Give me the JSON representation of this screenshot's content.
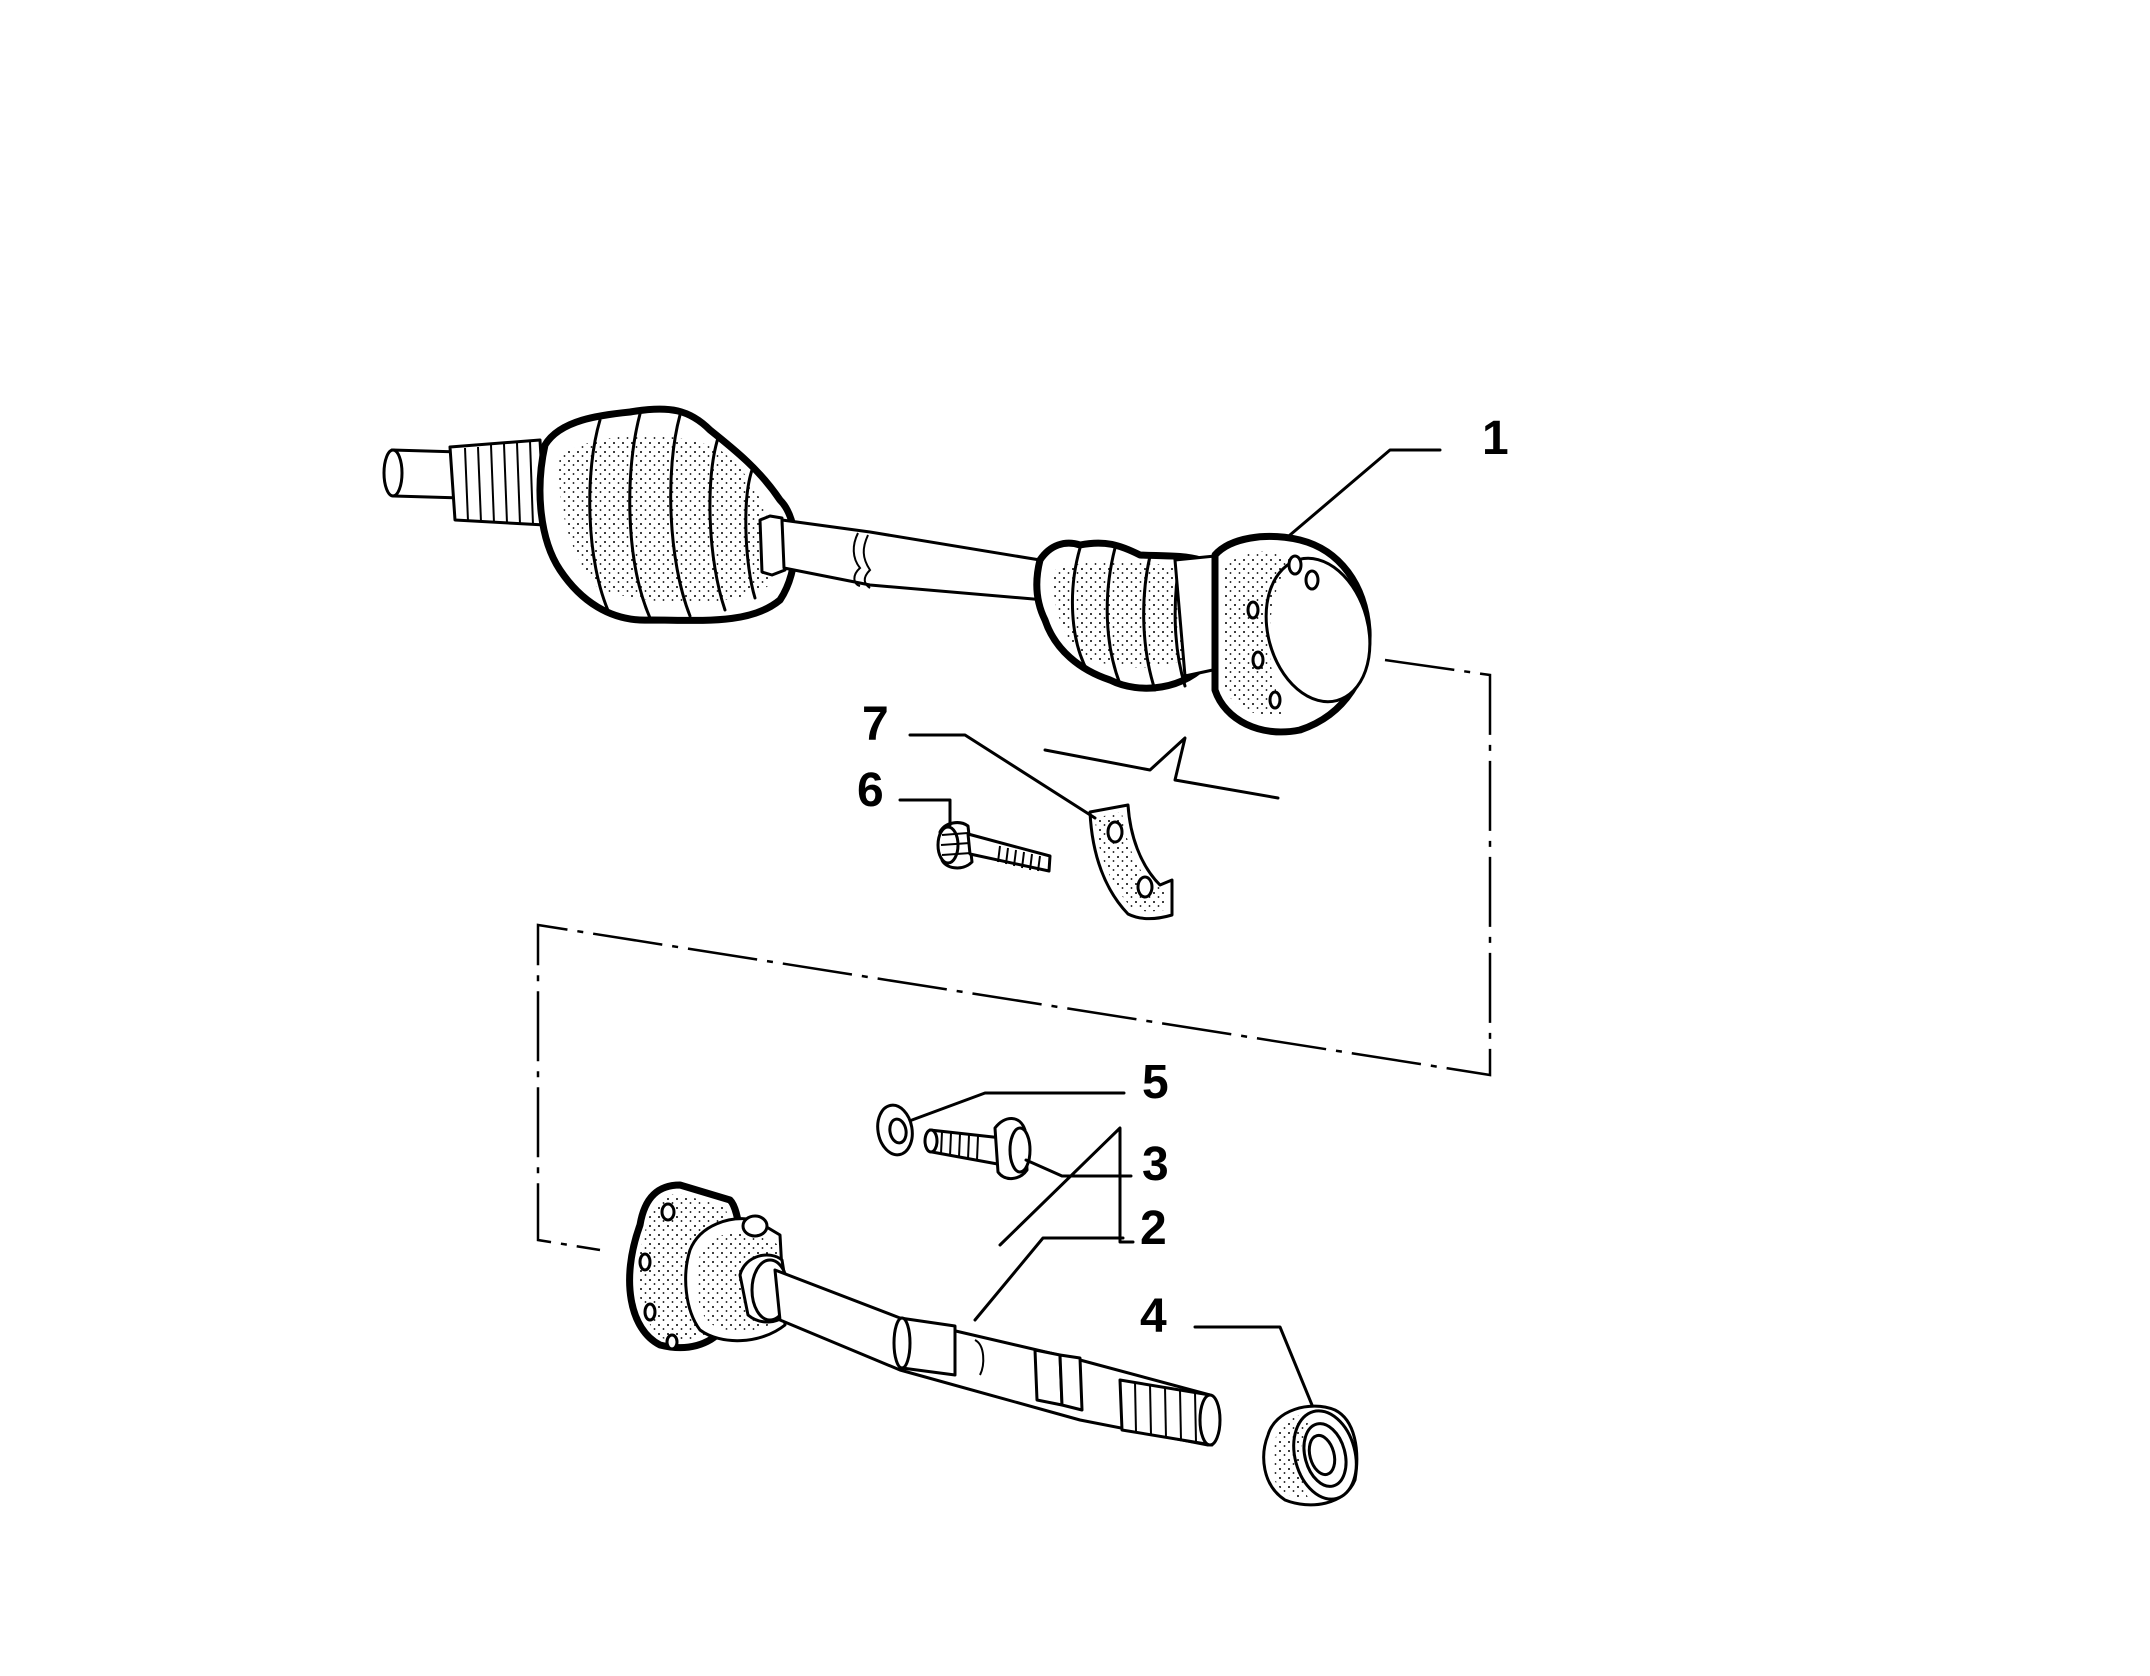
{
  "callouts": [
    {
      "id": "1",
      "text": "1"
    },
    {
      "id": "2",
      "text": "2"
    },
    {
      "id": "3",
      "text": "3"
    },
    {
      "id": "4",
      "text": "4"
    },
    {
      "id": "5",
      "text": "5"
    },
    {
      "id": "6",
      "text": "6"
    },
    {
      "id": "7",
      "text": "7"
    }
  ],
  "parts": [
    {
      "callout": "1",
      "icon": "drive-shaft-assembly-icon"
    },
    {
      "callout": "2",
      "icon": "intermediate-shaft-icon"
    },
    {
      "callout": "3",
      "icon": "bolt-icon"
    },
    {
      "callout": "4",
      "icon": "bearing-seal-icon"
    },
    {
      "callout": "5",
      "icon": "washer-icon"
    },
    {
      "callout": "6",
      "icon": "screw-icon"
    },
    {
      "callout": "7",
      "icon": "retaining-plate-icon"
    }
  ],
  "colors": {
    "ink": "#000000",
    "paper": "#ffffff"
  }
}
